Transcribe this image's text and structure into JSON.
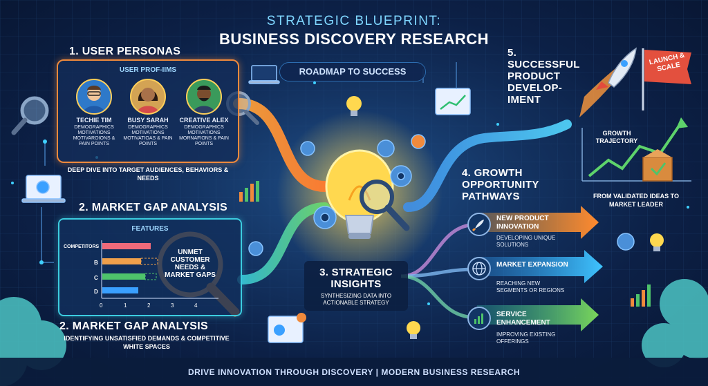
{
  "title": {
    "line1": "STRATEGIC BLUEPRINT:",
    "line2": "BUSINESS DISCOVERY RESEARCH"
  },
  "roadmap_label": "ROADMAP TO SUCCESS",
  "personas": {
    "heading": "1. USER PERSONAS",
    "panel_title": "USER PROF-IIMS",
    "people": [
      {
        "name": "TECHIE TIM",
        "traits": "DEMOGRAPHICS MOTIVATIONS MOTIVAROIONS & PAIN POINTS"
      },
      {
        "name": "BUSY SARAH",
        "traits": "DEMOGRAPHICS MOTIVATIONS MOTIVATIOAS & PAIN POINTS"
      },
      {
        "name": "CREATIVE ALEX",
        "traits": "DEMOGRAPHICS MOTIVATIONS MORNAFIONS & PAIN POINTS"
      }
    ],
    "description": "DEEP DIVE INTO TARGET AUDIENCES, BEHAVIORS & NEEDS"
  },
  "market_gap": {
    "heading": "2. MARKET GAP ANALYSIS",
    "panel_title": "FEATURES",
    "row_labels": [
      "COMPETITORS",
      "B",
      "C",
      "D"
    ],
    "x_ticks": [
      "0",
      "1",
      "2",
      "3",
      "4"
    ],
    "magnifier_text": "UNMET CUSTOMER NEEDS & MARKET GAPS",
    "heading_bottom": "2. MARKET GAP ANALYSIS",
    "description": "IDENTIFYING UNSATISFIED DEMANDS & COMPETITIVE WHITE SPACES"
  },
  "insights": {
    "heading": "3. STRATEGIC INSIGHTS",
    "description": "SYNTHESIZING DATA INTO ACTIONABLE STRATEGY"
  },
  "growth": {
    "heading": "4. GROWTH OPPORTUNITY PATHWAYS",
    "pathways": [
      {
        "label": "NEW PRODUCT INNOVATION",
        "desc": "DEVELOPING UNIQUE SOLUTIONS",
        "icon": "rocket-icon",
        "color": "#f28b32"
      },
      {
        "label": "MARKET EXPANSION",
        "desc": "REACHING NEW SEGMENTS OR REGIONS",
        "icon": "globe-icon",
        "color": "#2ba8e6"
      },
      {
        "label": "SERVICE ENHANCEMENT",
        "desc": "IMPROVING EXISTING OFFERINGS",
        "icon": "bar-chart-icon",
        "color": "#4ec36b"
      }
    ]
  },
  "success": {
    "heading": "5. SUCCESSFUL PRODUCT DEVELOP- IMENT",
    "flag": "LAUNCH & SCALE",
    "trajectory": "GROWTH TRAJECTORY",
    "description": "FROM VALIDATED IDEAS TO MARKET LEADER"
  },
  "footer": "DRIVE INNOVATION THROUGH DISCOVERY | MODERN BUSINESS RESEARCH",
  "colors": {
    "accent_orange": "#f28b32",
    "accent_cyan": "#3ccde0",
    "accent_green": "#4ec36b",
    "accent_blue": "#2ba8e6"
  }
}
